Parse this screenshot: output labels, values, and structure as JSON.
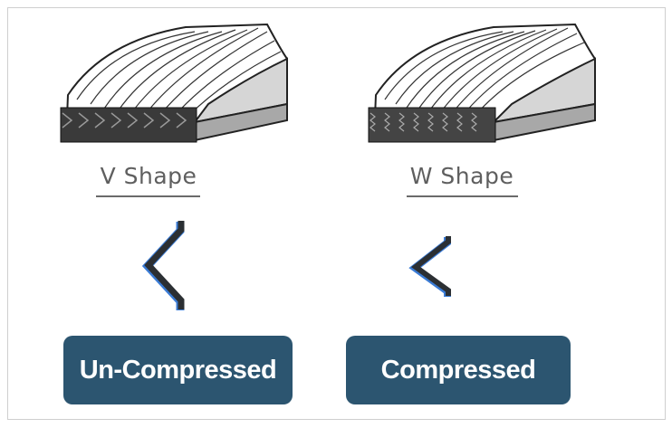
{
  "left": {
    "label": "V Shape",
    "button": "Un-Compressed"
  },
  "right": {
    "label": "W Shape",
    "button": "Compressed"
  },
  "colors": {
    "button": "#2c5570",
    "chevron": "#2b2f33",
    "chevron_edge": "#3a7bd5"
  }
}
